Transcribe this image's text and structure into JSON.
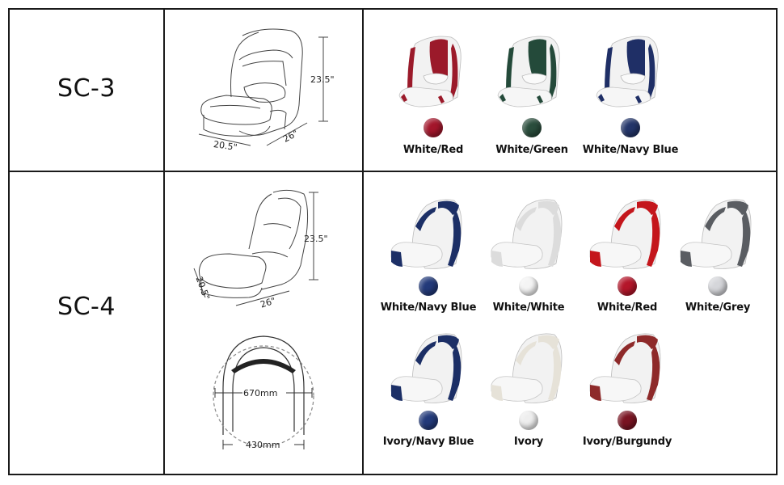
{
  "rows": [
    {
      "model": "SC-3",
      "dims": {
        "height": "23.5\"",
        "width": "20.5\"",
        "depth": "26\""
      },
      "colors": [
        {
          "label": "White/Red",
          "accent": "#9b1a2a",
          "swatch": "#a3162b"
        },
        {
          "label": "White/Green",
          "accent": "#244a3a",
          "swatch": "#2a4d3c"
        },
        {
          "label": "White/Navy Blue",
          "accent": "#1f2f66",
          "swatch": "#233569"
        }
      ]
    },
    {
      "model": "SC-4",
      "dims": {
        "height": "23.5\"",
        "width": "20.5\"",
        "depth": "26\"",
        "outer_mm": "670mm",
        "inner_mm": "430mm"
      },
      "colors": [
        {
          "label": "White/Navy Blue",
          "accent": "#1c2f66",
          "swatch": "#233a7a"
        },
        {
          "label": "White/White",
          "accent": "#dcdcdc",
          "swatch": "#f4f4f4"
        },
        {
          "label": "White/Red",
          "accent": "#c4161c",
          "swatch": "#b4162a"
        },
        {
          "label": "White/Grey",
          "accent": "#5a5d62",
          "swatch": "#d5d6da"
        },
        {
          "label": "Ivory/Navy Blue",
          "accent": "#1c2f66",
          "swatch": "#233a7a"
        },
        {
          "label": "Ivory",
          "accent": "#e6e2d8",
          "swatch": "#eeeeee"
        },
        {
          "label": "Ivory/Burgundy",
          "accent": "#8e2a2a",
          "swatch": "#7a1422"
        }
      ]
    }
  ]
}
